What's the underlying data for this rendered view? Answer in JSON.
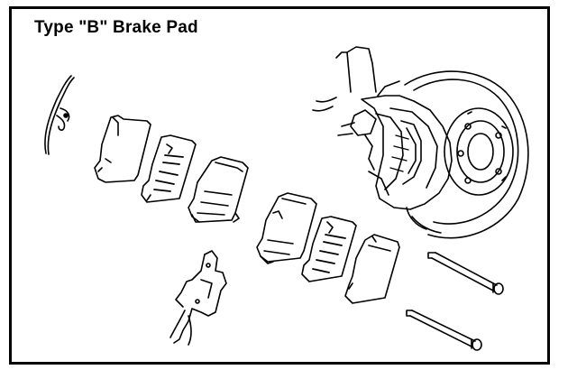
{
  "title": "Type \"B\" Brake Pad",
  "colors": {
    "ink": "#000000",
    "paper": "#ffffff"
  },
  "components": [
    "anti-squeal-spring",
    "anti-squeal-shim-outer",
    "anti-squeal-shim-inner",
    "brake-pad-outer",
    "brake-pad-inner",
    "anti-squeal-shim-inner-2",
    "anti-squeal-shim-outer-2",
    "pad-support-plate",
    "caliper-assembly",
    "disc-rotor",
    "pad-pin-upper",
    "pad-pin-lower"
  ]
}
